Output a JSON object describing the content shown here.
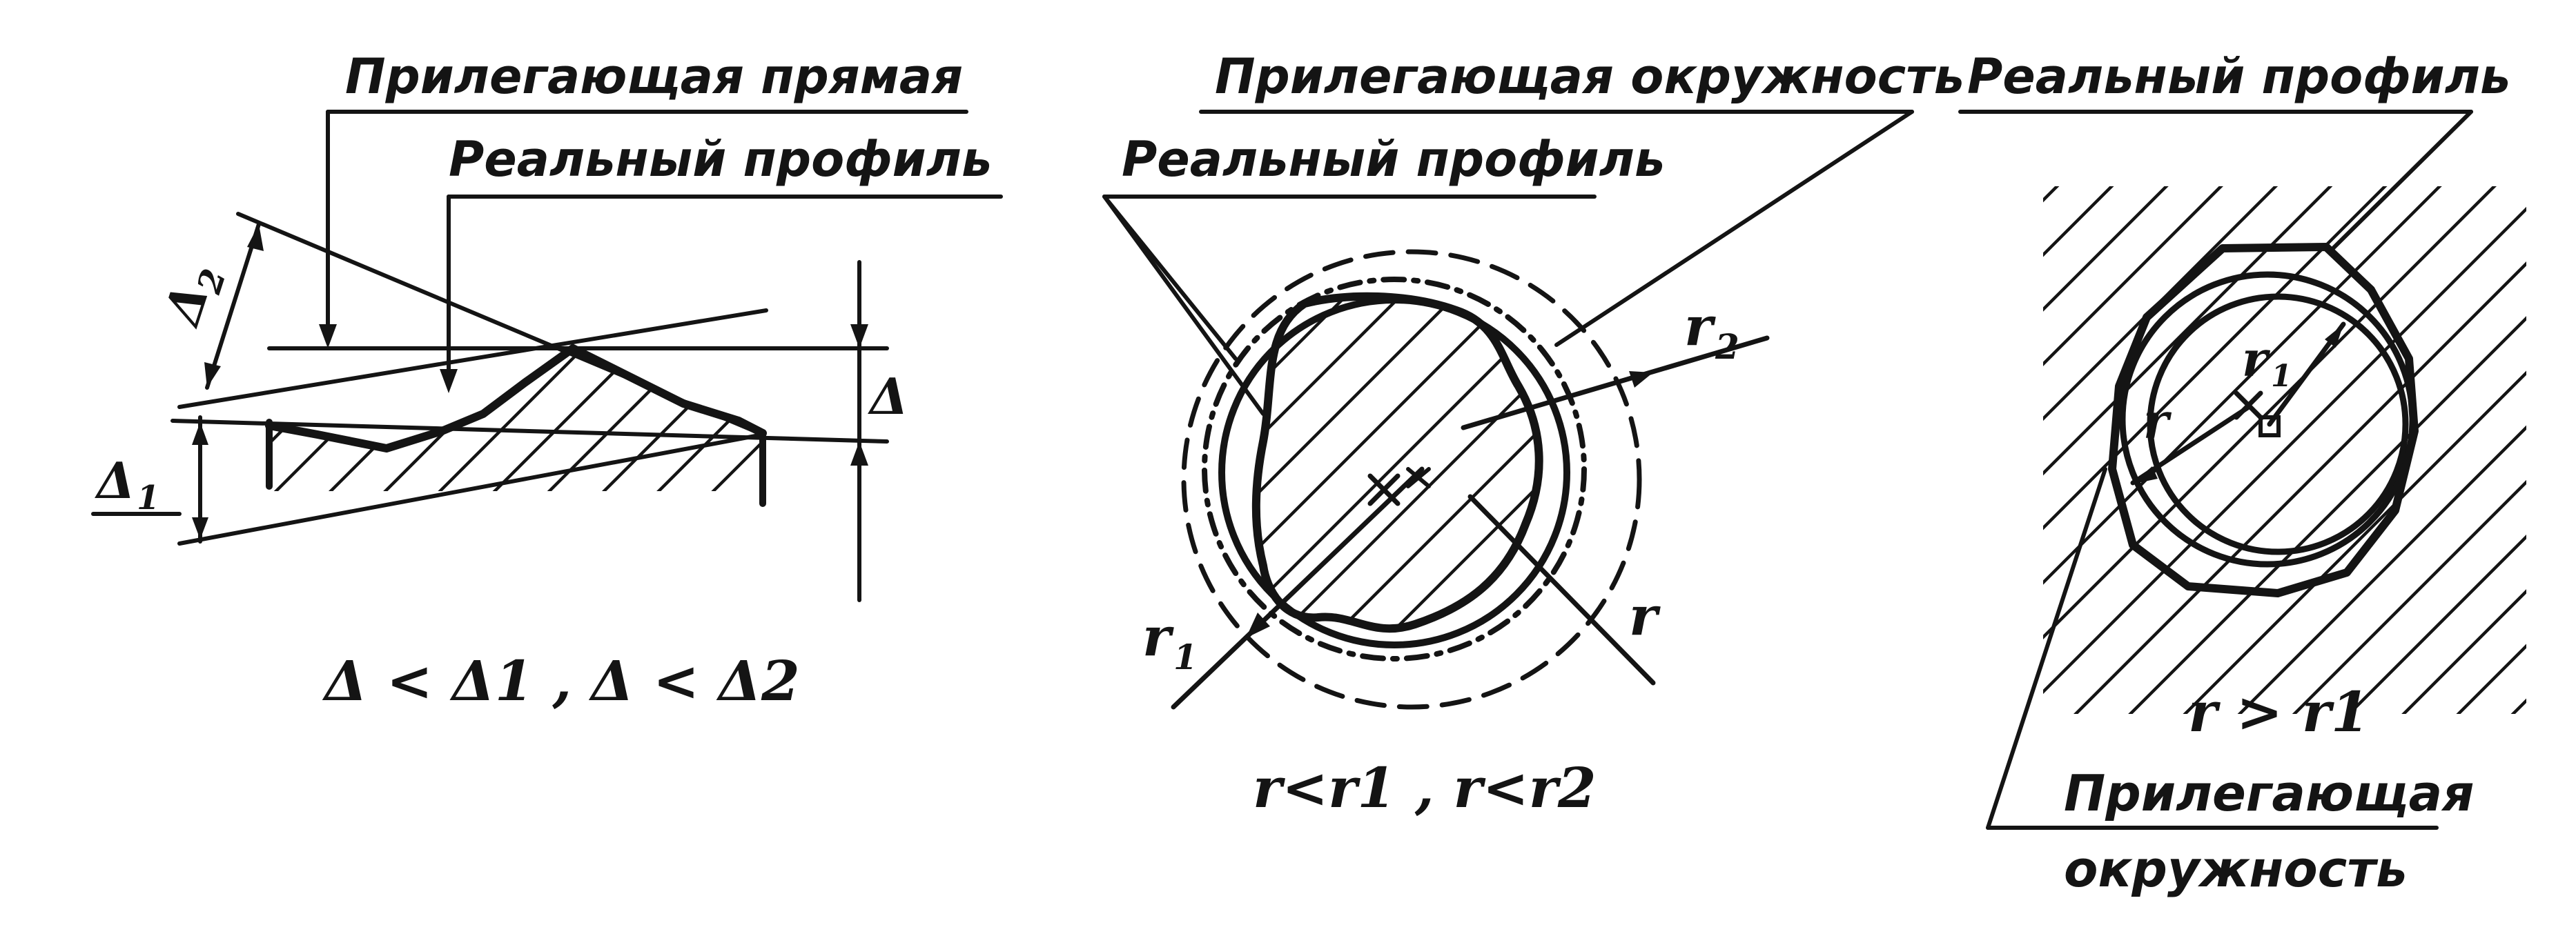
{
  "panel_line": {
    "label_adjacent_line": "Прилегающая прямая",
    "label_real_profile": "Реальный профиль",
    "sym_delta": "Δ",
    "sym_delta1": "Δ",
    "sym_delta1_sub": "1",
    "sym_delta2": "Δ",
    "sym_delta2_sub": "2",
    "condition": "Δ < Δ1 ,  Δ < Δ2"
  },
  "panel_shaft": {
    "label_adjacent_circle": "Прилегающая окружность",
    "label_real_profile": "Реальный профиль",
    "sym_r": "r",
    "sym_r1": "r",
    "sym_r1_sub": "1",
    "sym_r2": "r",
    "sym_r2_sub": "2",
    "condition": "r<r1 ,  r<r2"
  },
  "panel_hole": {
    "label_real_profile": "Реальный профиль",
    "sym_r": "r",
    "sym_r1": "r",
    "sym_r1_sub": "1",
    "condition": "r > r1",
    "label_adjacent_line1": "Прилегающая",
    "label_adjacent_line2": "окружность"
  },
  "colors": {
    "ink": "#141414",
    "paper": "#ffffff"
  }
}
